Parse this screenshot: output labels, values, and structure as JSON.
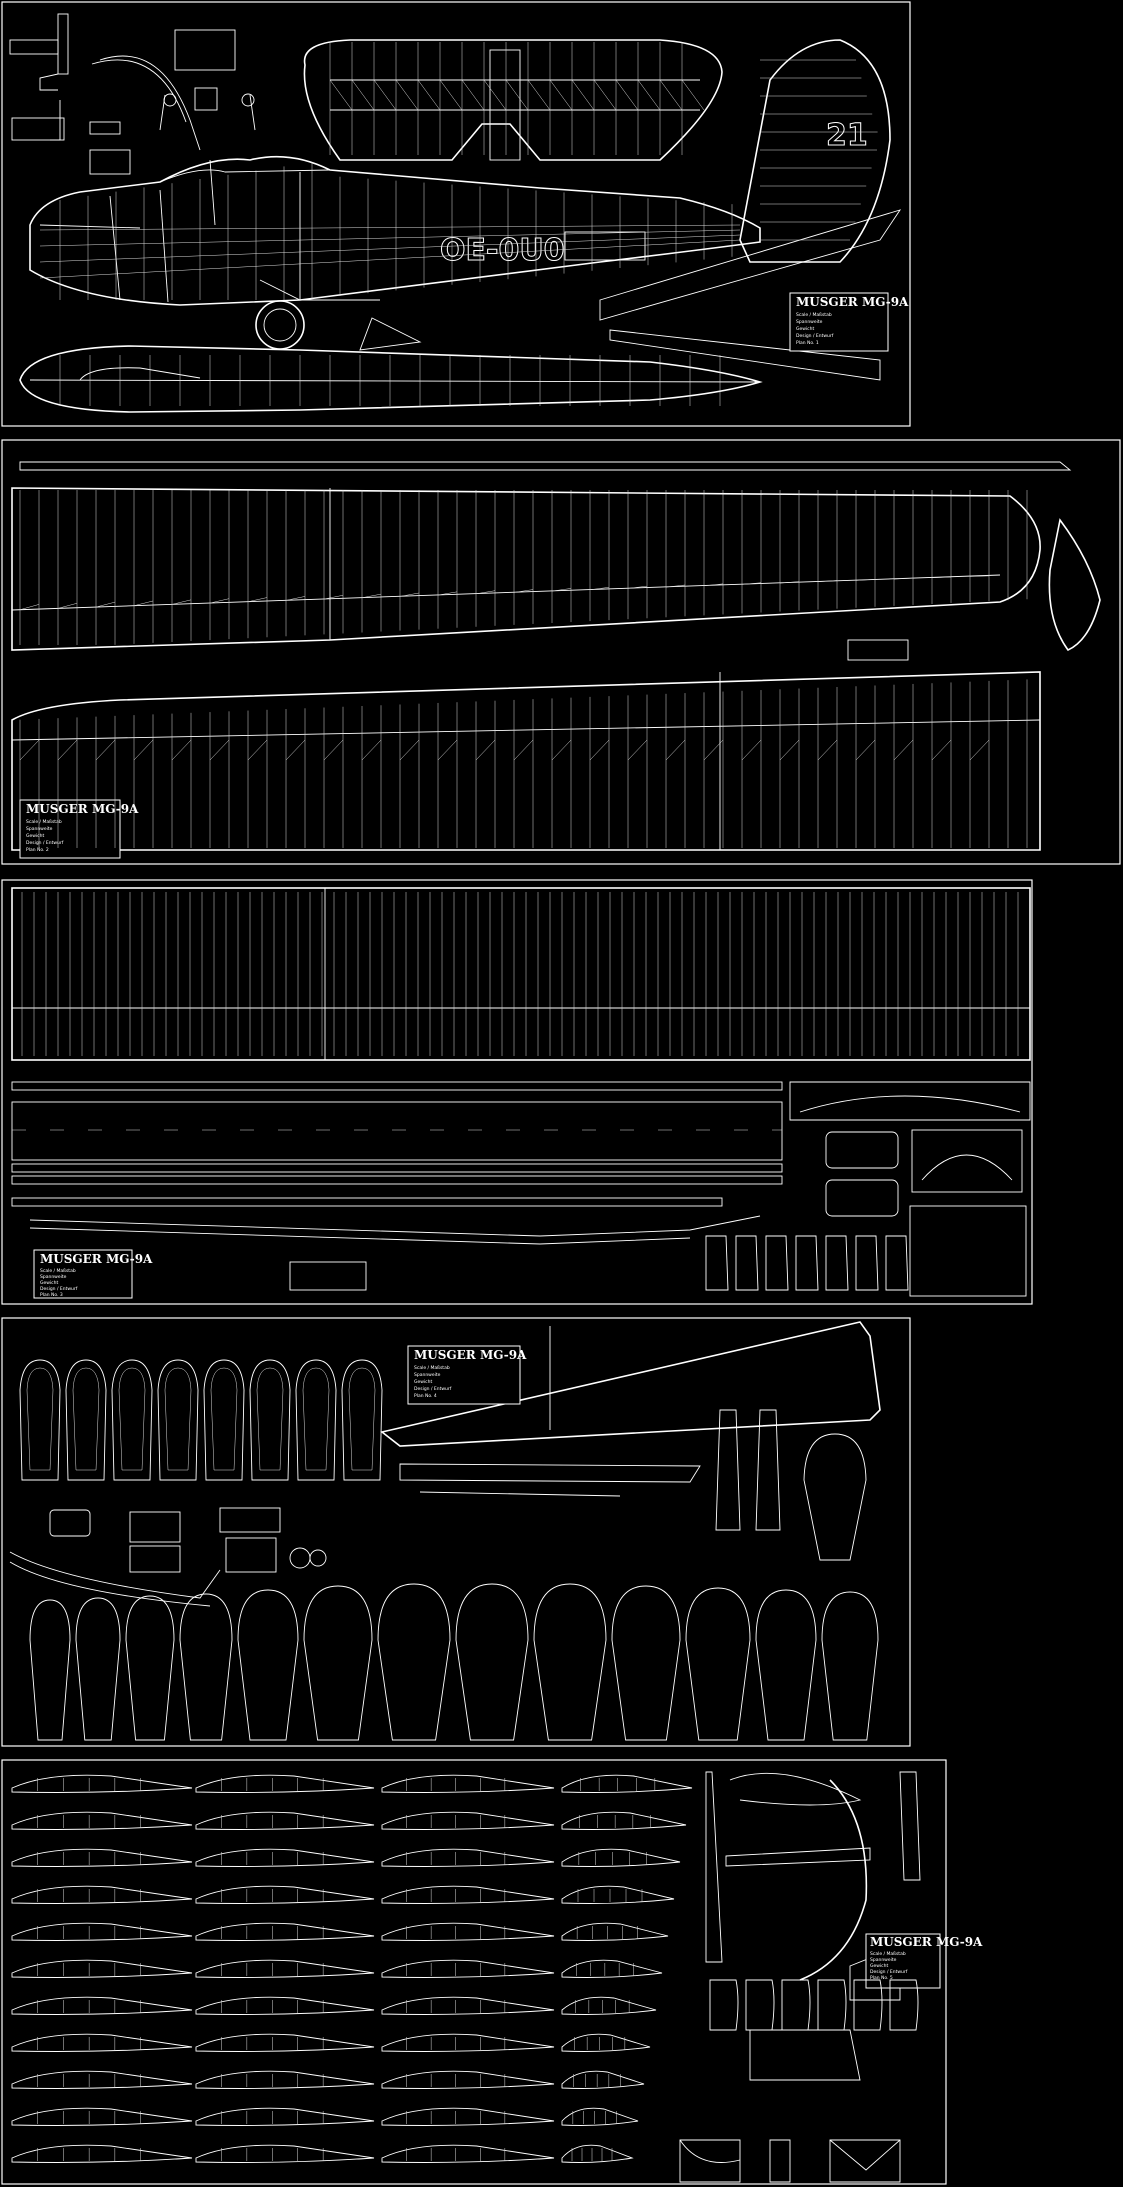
{
  "drawing": {
    "background": "#000000",
    "line_color": "#ffffff",
    "aircraft_number": "21",
    "registration": "OE-0U0",
    "title_blocks": [
      {
        "sheet": 1,
        "title": "MUSGER MG-9A",
        "lines": [
          "Scale / Maßstab",
          "Spannweite",
          "Gewicht",
          "Design / Entwurf",
          "Plan No. 1"
        ]
      },
      {
        "sheet": 2,
        "title": "MUSGER MG-9A",
        "lines": [
          "Scale / Maßstab",
          "Spannweite",
          "Gewicht",
          "Design / Entwurf",
          "Plan No. 2"
        ]
      },
      {
        "sheet": 3,
        "title": "MUSGER MG-9A",
        "lines": [
          "Scale / Maßstab",
          "Spannweite",
          "Gewicht",
          "Design / Entwurf",
          "Plan No. 3"
        ]
      },
      {
        "sheet": 4,
        "title": "MUSGER MG-9A",
        "lines": [
          "Scale / Maßstab",
          "Spannweite",
          "Gewicht",
          "Design / Entwurf",
          "Plan No. 4"
        ]
      },
      {
        "sheet": 5,
        "title": "MUSGER MG-9A",
        "lines": [
          "Scale / Maßstab",
          "Spannweite",
          "Gewicht",
          "Design / Entwurf",
          "Plan No. 5"
        ]
      }
    ]
  }
}
